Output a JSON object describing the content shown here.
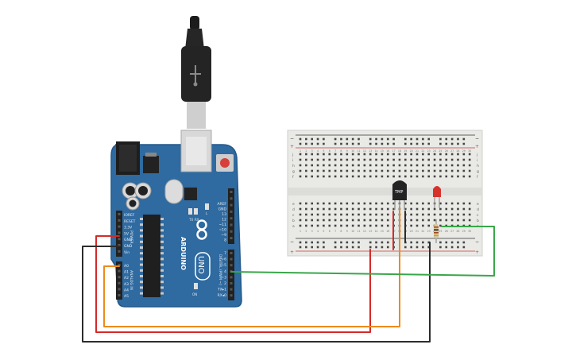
{
  "arduino": {
    "brand": "ARDUINO",
    "model": "UNO",
    "power_header_label": "POWER",
    "analog_header_label": "ANALOG IN",
    "digital_header_label": "DIGITAL (PWM ~)",
    "power_pins": [
      "IOREF",
      "RESET",
      "3.3V",
      "5V",
      "GND",
      "GND",
      "Vin"
    ],
    "analog_pins": [
      "A0",
      "A1",
      "A2",
      "A3",
      "A4",
      "A5"
    ],
    "digital_pins_upper": [
      "AREF",
      "GND",
      "13",
      "12",
      "~11",
      "~10",
      "~9",
      "8"
    ],
    "digital_pins_lower": [
      "7",
      "~6",
      "~5",
      "4",
      "~3",
      "2",
      "TX▸1",
      "RX◂0"
    ],
    "led_labels": [
      "TX",
      "RX",
      "L"
    ],
    "on_label": "ON"
  },
  "breadboard": {
    "rail_minus": "−",
    "rail_plus": "+",
    "row_letters_top": [
      "j",
      "i",
      "h",
      "g",
      "f"
    ],
    "row_letters_bottom": [
      "e",
      "d",
      "c",
      "b",
      "a"
    ],
    "column_numbers": [
      "1",
      "2",
      "3",
      "4",
      "5",
      "6",
      "7",
      "8",
      "9",
      "10",
      "11",
      "12",
      "13",
      "14",
      "15",
      "16",
      "17",
      "18",
      "19",
      "20",
      "21",
      "22",
      "23",
      "24",
      "25",
      "26",
      "27",
      "28",
      "29",
      "30"
    ]
  },
  "components": {
    "temp_sensor_label": "TMP",
    "led_color": "#d6322c",
    "resistor_bands": [
      "#9c4a22",
      "#1c1c1c",
      "#9c4a22",
      "#c9a23a"
    ]
  },
  "wires": {
    "red": "#d42a28",
    "orange": "#ef8a1c",
    "black": "#2c2c2c",
    "green": "#3aa64a"
  },
  "colors": {
    "board": "#2f6aa0",
    "board_dark": "#21507d",
    "breadboard": "#e9e9e6",
    "header": "#222222"
  }
}
